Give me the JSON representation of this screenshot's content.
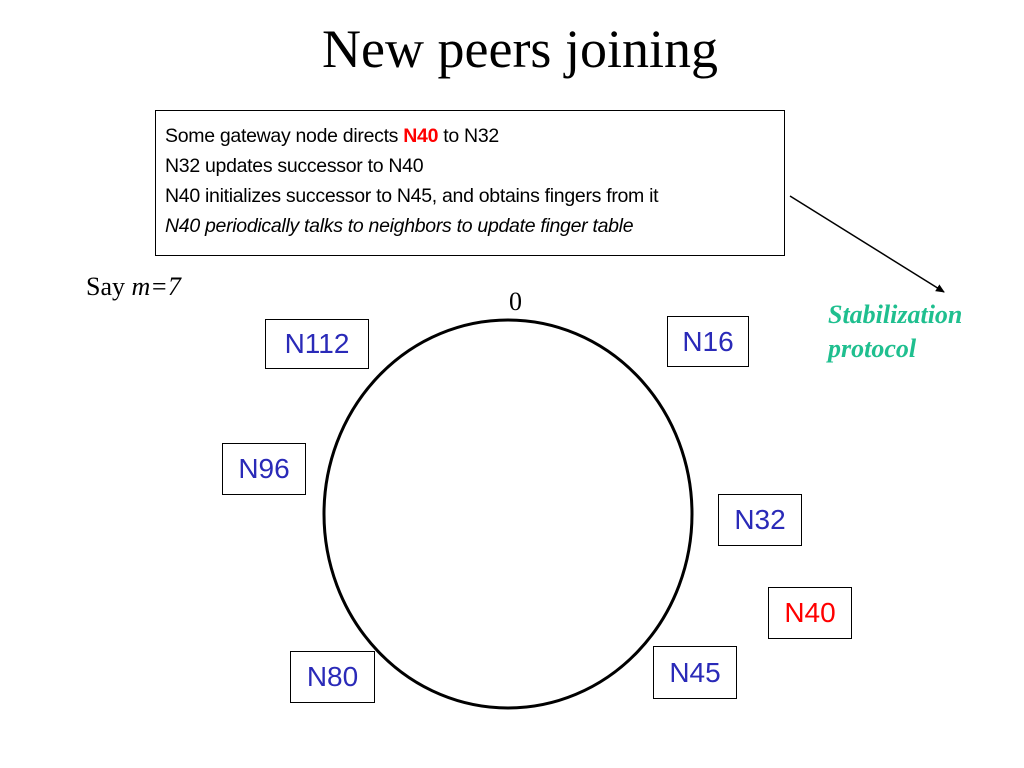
{
  "title": "New peers joining",
  "textbox": {
    "line1_prefix": "Some gateway node directs ",
    "line1_highlight": "N40",
    "line1_suffix": " to N32",
    "line2": "N32 updates successor to N40",
    "line3": "N40 initializes successor to N45, and obtains fingers from it",
    "line4": "N40 periodically talks to neighbors to update finger table"
  },
  "say": {
    "prefix": "Say ",
    "value": "m=7"
  },
  "ring_zero_label": "0",
  "stabilization": {
    "line1": "Stabilization",
    "line2": "protocol",
    "color": "#1fbf8f"
  },
  "nodes": {
    "n112": "N112",
    "n16": "N16",
    "n96": "N96",
    "n32": "N32",
    "n40": "N40",
    "n80": "N80",
    "n45": "N45"
  },
  "colors": {
    "node_text": "#2a2ab8",
    "new_node": "#ff0000"
  }
}
